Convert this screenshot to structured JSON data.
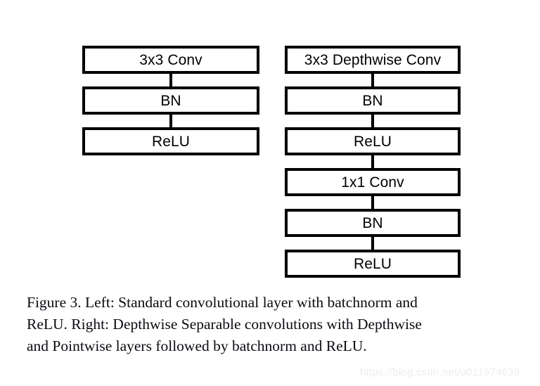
{
  "figure": {
    "label": "Figure 3",
    "background_color": "#ffffff",
    "stroke_color": "#000000",
    "columns": [
      {
        "side": "Left",
        "name": "standard-convolution",
        "nodes": [
          {
            "label": "3x3 Conv"
          },
          {
            "label": "BN"
          },
          {
            "label": "ReLU"
          }
        ]
      },
      {
        "side": "Right",
        "name": "depthwise-separable-convolution",
        "nodes": [
          {
            "label": "3x3 Depthwise Conv"
          },
          {
            "label": "BN"
          },
          {
            "label": "ReLU"
          },
          {
            "label": "1x1 Conv"
          },
          {
            "label": "BN"
          },
          {
            "label": "ReLU"
          }
        ]
      }
    ]
  },
  "caption": {
    "full_text": "Figure 3. Left: Standard convolutional layer with batchnorm and ReLU. Right: Depthwise Separable convolutions with Depthwise and Pointwise layers followed by batchnorm and ReLU.",
    "lines": [
      "Figure 3. Left:  Standard convolutional layer with batchnorm and",
      "ReLU. Right:  Depthwise Separable convolutions with Depthwise",
      "and Pointwise layers followed by batchnorm and ReLU."
    ]
  },
  "watermark": {
    "text": "https://blog.csdn.net/u011974639",
    "color": "#ededed"
  }
}
